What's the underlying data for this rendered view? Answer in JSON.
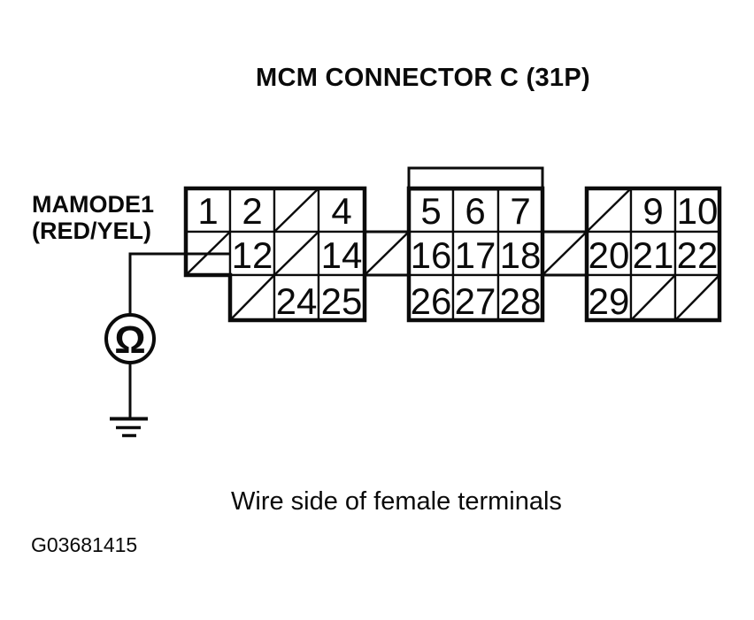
{
  "title": "MCM CONNECTOR C (31P)",
  "wire_label": {
    "line1": "MAMODE1",
    "line2": "(RED/YEL)"
  },
  "meter": {
    "symbol": "Ω",
    "type_note": "ohmmeter"
  },
  "caption": "Wire side of female terminals",
  "figure_id": "G03681415",
  "colors": {
    "ink": "#0b0b0b",
    "paper": "#ffffff"
  },
  "connector": {
    "row1": [
      "1",
      "2",
      null,
      "4",
      "5",
      "6",
      "7",
      null,
      "9",
      "10"
    ],
    "row2": [
      null,
      "12",
      null,
      "14",
      null,
      "16",
      "17",
      "18",
      null,
      "20",
      "21",
      "22"
    ],
    "row3": [
      null,
      "24",
      "25",
      "26",
      "27",
      "28",
      "29",
      null,
      null
    ]
  }
}
